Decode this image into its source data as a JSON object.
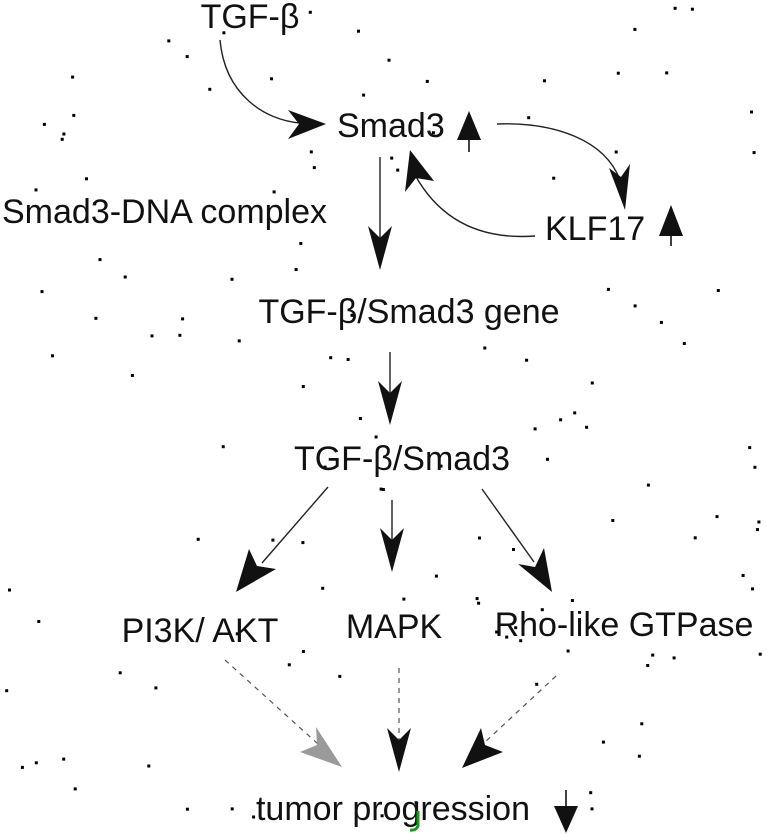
{
  "nodes": {
    "tgf_beta": "TGF-β",
    "smad3": "Smad3",
    "klf17": "KLF17",
    "smad3_dna_complex": "Smad3-DNA complex",
    "tgf_smad3_gene": "TGF-β/Smad3 gene",
    "tgf_smad3": "TGF-β/Smad3",
    "pi3k_akt": "PI3K/ AKT",
    "mapk": "MAPK",
    "rho_gtpase": "Rho-like GTPase",
    "tumor_progression": "tumor progression"
  },
  "indicators": {
    "smad3": "up",
    "klf17": "up",
    "tumor_progression": "down"
  },
  "colors": {
    "text": "#111111",
    "arrow": "#222222",
    "dashed_arrow": "#555555",
    "pi3k_arrowhead": "#9a9a9a",
    "speckle": "#000000",
    "accent_mark": "#1a9a1a"
  }
}
